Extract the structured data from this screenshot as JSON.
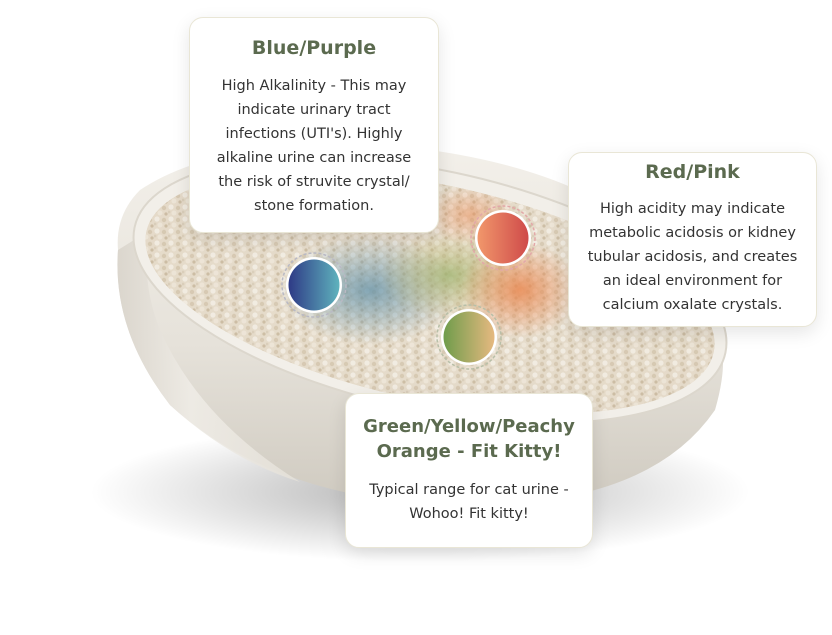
{
  "cards": {
    "blue": {
      "title": "Blue/Purple",
      "text": "High Alkalinity - This may indicate urinary tract infections (UTI's). Highly alkaline urine can increase the risk of struvite crystal/ stone formation."
    },
    "red": {
      "title": "Red/Pink",
      "text": "High acidity may indicate metabolic acidosis or kidney tubular acidosis, and creates an ideal environment for calcium oxalate crystals."
    },
    "green": {
      "title": "Green/Yellow/Peachy Orange - Fit Kitty!",
      "text": "Typical range for cat urine - Wohoo! Fit kitty!"
    }
  },
  "colors": {
    "title_green": "#5b6a4f",
    "bowl": "#ebe7df",
    "litter": "#e3d8c7",
    "blue_swatch_start": "#2e3a86",
    "blue_swatch_end": "#5fb3bd",
    "red_swatch_start": "#f1976b",
    "red_swatch_end": "#cf4a4a",
    "green_swatch_start": "#6f9c4b",
    "green_swatch_end": "#e6b980"
  },
  "icons": {
    "blue": "blue-purple-swatch-icon",
    "red": "red-pink-swatch-icon",
    "green": "green-yellow-swatch-icon"
  }
}
